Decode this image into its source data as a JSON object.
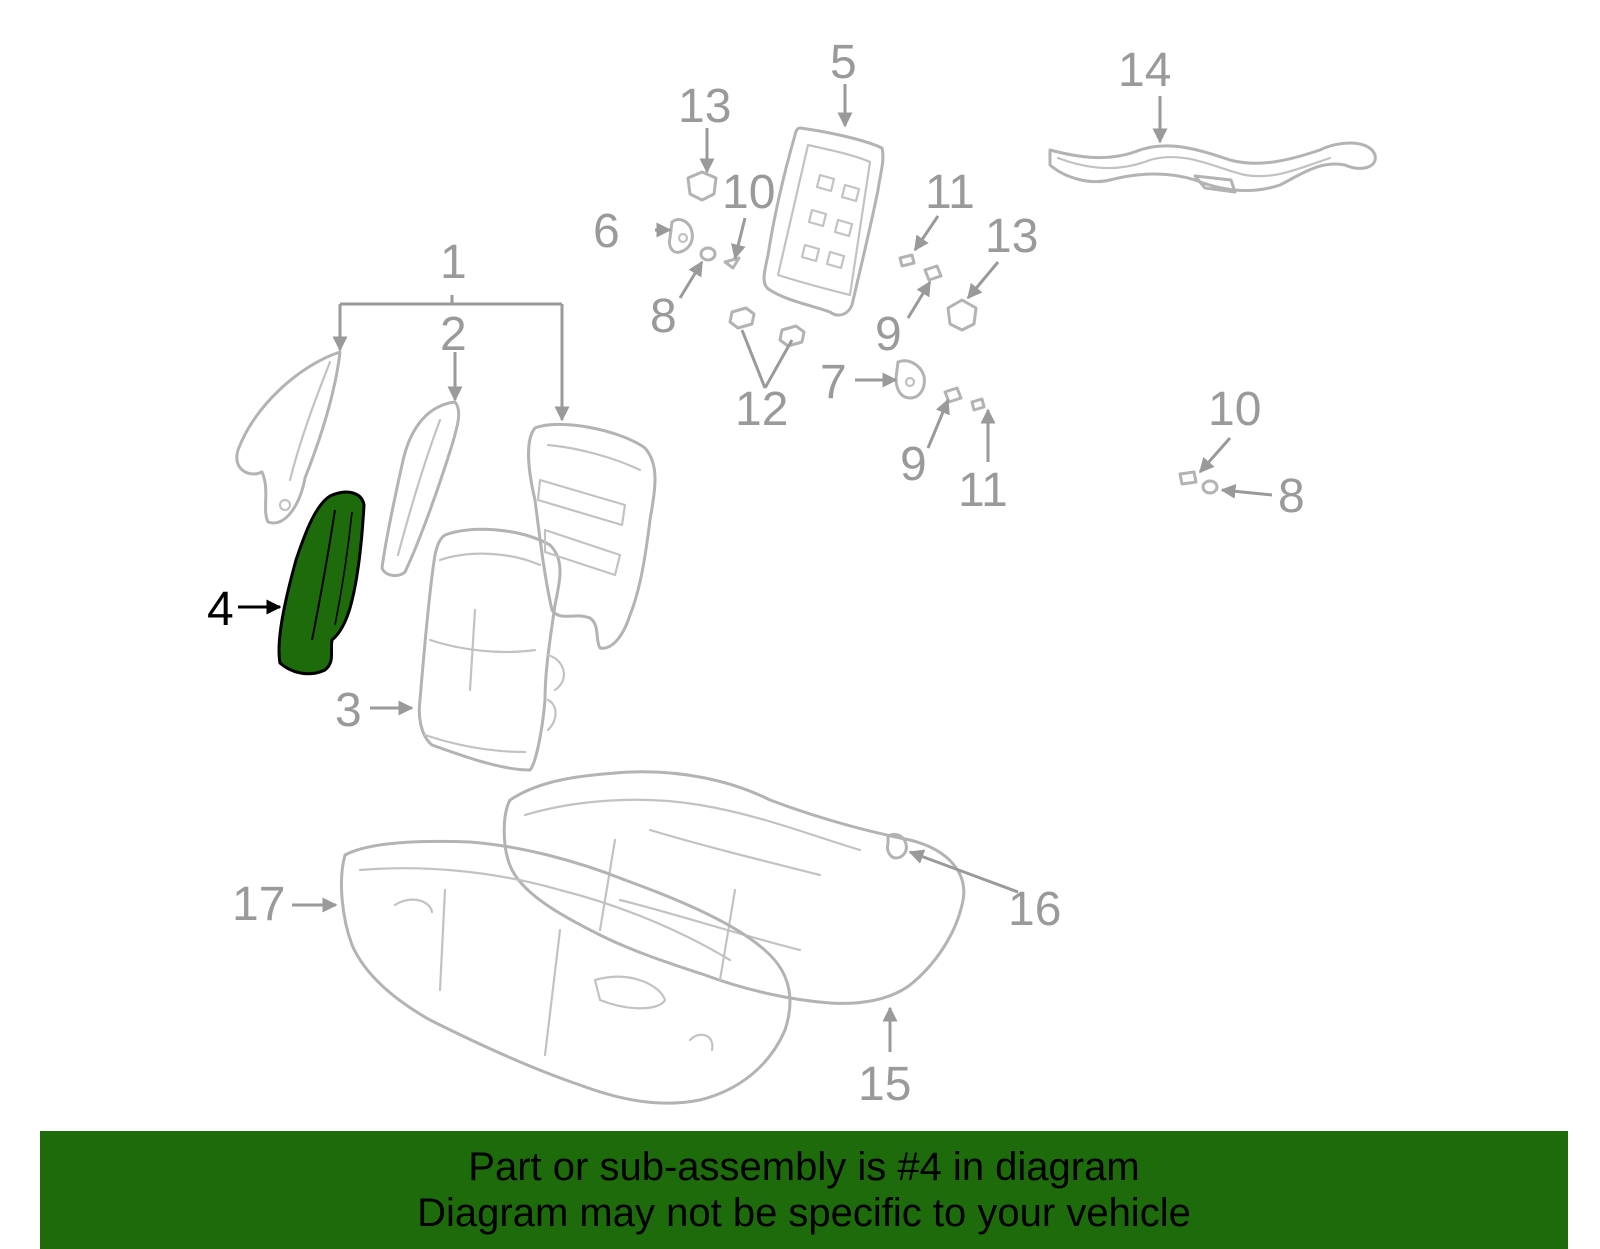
{
  "callouts": [
    {
      "id": "c1",
      "text": "1"
    },
    {
      "id": "c2",
      "text": "2"
    },
    {
      "id": "c3",
      "text": "3"
    },
    {
      "id": "c4",
      "text": "4"
    },
    {
      "id": "c5",
      "text": "5"
    },
    {
      "id": "c6",
      "text": "6"
    },
    {
      "id": "c7",
      "text": "7"
    },
    {
      "id": "c8a",
      "text": "8"
    },
    {
      "id": "c8b",
      "text": "8"
    },
    {
      "id": "c9a",
      "text": "9"
    },
    {
      "id": "c9b",
      "text": "9"
    },
    {
      "id": "c10a",
      "text": "10"
    },
    {
      "id": "c10b",
      "text": "10"
    },
    {
      "id": "c11a",
      "text": "11"
    },
    {
      "id": "c11b",
      "text": "11"
    },
    {
      "id": "c12",
      "text": "12"
    },
    {
      "id": "c13a",
      "text": "13"
    },
    {
      "id": "c13b",
      "text": "13"
    },
    {
      "id": "c14",
      "text": "14"
    },
    {
      "id": "c15",
      "text": "15"
    },
    {
      "id": "c16",
      "text": "16"
    },
    {
      "id": "c17",
      "text": "17"
    }
  ],
  "banner": {
    "line1": "Part or sub-assembly is #4 in diagram",
    "line2": "Diagram may not be specific to your vehicle"
  },
  "colors": {
    "highlight_part": "#1e6b0c",
    "banner_bg": "#1e6b0c",
    "outline": "#b3b3b3",
    "label": "#9a9a9a"
  }
}
